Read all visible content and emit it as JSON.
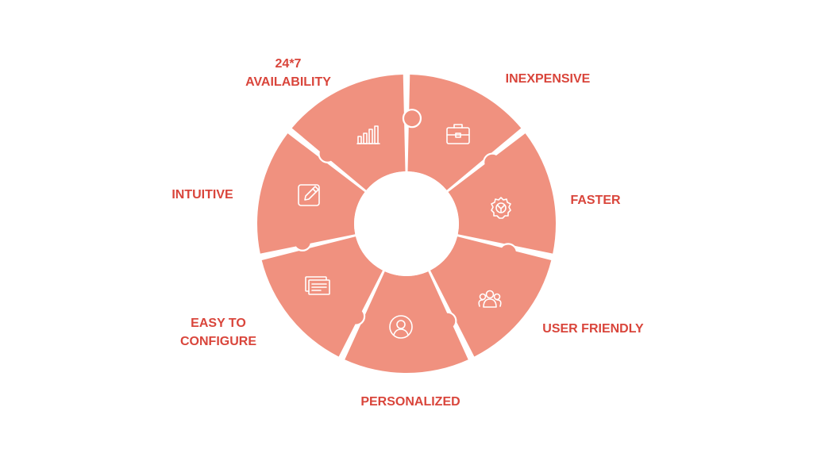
{
  "segments": [
    {
      "key": "availability",
      "label_lines": [
        "24*7",
        "AVAILABILITY"
      ],
      "icon": "bar-chart-icon"
    },
    {
      "key": "inexpensive",
      "label_lines": [
        "INEXPENSIVE"
      ],
      "icon": "briefcase-icon"
    },
    {
      "key": "faster",
      "label_lines": [
        "FASTER"
      ],
      "icon": "gear-icon"
    },
    {
      "key": "user-friendly",
      "label_lines": [
        "USER FRIENDLY"
      ],
      "icon": "users-icon"
    },
    {
      "key": "personalized",
      "label_lines": [
        "PERSONALIZED"
      ],
      "icon": "user-icon"
    },
    {
      "key": "easy-to-configure",
      "label_lines": [
        "EASY TO",
        "CONFIGURE"
      ],
      "icon": "certificate-icon"
    },
    {
      "key": "intuitive",
      "label_lines": [
        "INTUITIVE"
      ],
      "icon": "edit-icon"
    }
  ],
  "colors": {
    "segment": "#f0917f",
    "label": "#d9453b",
    "background": "#ffffff",
    "icon": "#ffffff"
  }
}
